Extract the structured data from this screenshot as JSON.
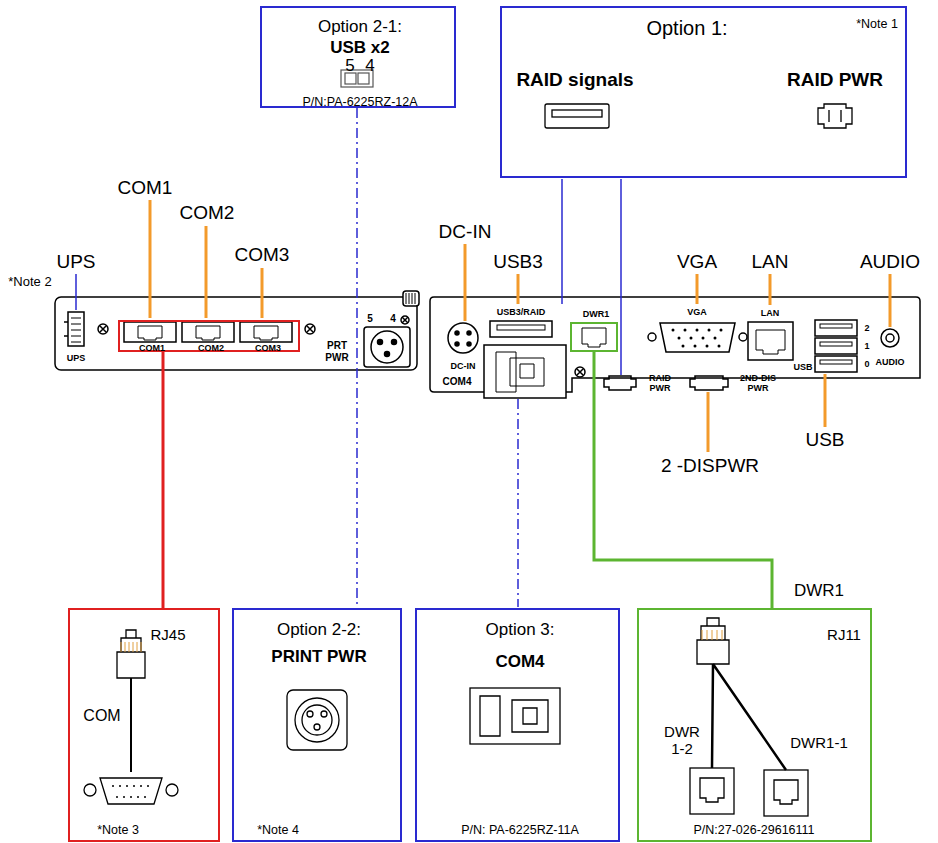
{
  "diagram": {
    "nodes": [
      {
        "text": [
          "Option 2-1:",
          "USB x2",
          "5",
          "4",
          "P/N:PA-6225RZ-12A"
        ]
      },
      {
        "text": [
          "Option 1:",
          "*Note 1",
          "RAID signals",
          "RAID PWR"
        ]
      },
      {
        "text": [
          "COM1",
          "COM2",
          "COM3"
        ]
      },
      {
        "text": [
          "DWR1"
        ]
      },
      {
        "text": [
          "RJ45",
          "COM",
          "*Note 3"
        ]
      },
      {
        "text": [
          "Option 2-2:",
          "PRINT PWR",
          "*Note 4"
        ]
      },
      {
        "text": [
          "Option 3:",
          "COM4",
          "P/N: PA-6225RZ-11A"
        ]
      },
      {
        "text": [
          "DWR1",
          "RJ11",
          "DWR 1-2",
          "DWR1-1",
          "P/N:27-026-29616111"
        ]
      }
    ],
    "edges": [
      {
        "from": 2,
        "to": 4,
        "arrow": "none"
      },
      {
        "from": 3,
        "to": 7,
        "arrow": "none"
      },
      {
        "from": 0,
        "to": 5,
        "arrow": "none"
      }
    ],
    "labels": [
      "*Note 2",
      "UPS",
      "COM1",
      "COM2",
      "COM3",
      "DC-IN",
      "USB3",
      "VGA",
      "LAN",
      "AUDIO",
      "UPS",
      "5",
      "4",
      "PRT PWR",
      "DC-IN",
      "COM4",
      "USB3/RAID",
      "RAID PWR",
      "VGA",
      "2ND-DIS PWR",
      "2 -DISPWR",
      "LAN",
      "2",
      "1",
      "0",
      "USB",
      "AUDIO",
      "USB"
    ]
  }
}
